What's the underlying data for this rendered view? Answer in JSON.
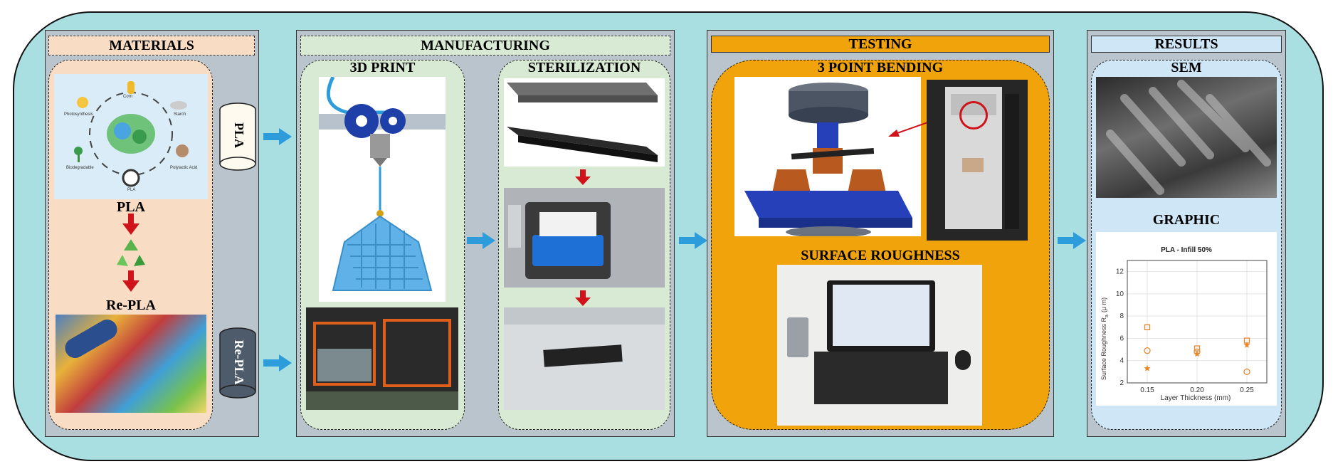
{
  "sections": {
    "materials": "MATERIALS",
    "manufacturing": "MANUFACTURING",
    "testing": "TESTING",
    "results": "RESULTS"
  },
  "materials": {
    "cycle_labels": [
      "Corn",
      "Starch",
      "Polylactic Acid",
      "PLA",
      "Biodegradable",
      "Photosynthesis"
    ],
    "pla_label": "PLA",
    "repla_label": "Re-PLA",
    "spool_pla": "PLA",
    "spool_repla": "Re-PLA"
  },
  "manufacturing": {
    "print_title": "3D PRINT",
    "sterilization_title": "STERILIZATION"
  },
  "testing": {
    "bending_title": "3 POINT BENDING",
    "roughness_title": "SURFACE ROUGHNESS"
  },
  "results": {
    "sem_title": "SEM",
    "graphic_title": "GRAPHIC"
  },
  "colors": {
    "outer_bg": "#a9dfe1",
    "panel_bg": "#b9c4cc",
    "materials_hdr": "#f9dcc4",
    "manufacturing_hdr": "#d8ead4",
    "testing_hdr": "#f0a30a",
    "results_hdr": "#cfe6f7",
    "arrow_blue": "#2d9cdb",
    "arrow_red": "#d0121b"
  },
  "chart_data": {
    "type": "scatter",
    "title": "PLA - Infill 50%",
    "xlabel": "Layer Thickness (mm)",
    "ylabel": "Surface Roughness R",
    "ylabel_sub": "a",
    "ylabel_unit": "(μ m)",
    "x_ticks": [
      "0.15",
      "0.20",
      "0.25"
    ],
    "y_ticks": [
      "2",
      "4",
      "6",
      "8",
      "10",
      "12"
    ],
    "xlim": [
      0.13,
      0.27
    ],
    "ylim": [
      2,
      13
    ],
    "grid": true,
    "series": [
      {
        "marker": "square",
        "x": [
          0.15,
          0.2,
          0.25
        ],
        "values": [
          7.0,
          5.1,
          5.8
        ]
      },
      {
        "marker": "circle",
        "x": [
          0.15,
          0.2,
          0.25
        ],
        "values": [
          4.9,
          4.8,
          3.0
        ]
      },
      {
        "marker": "star",
        "x": [
          0.15,
          0.2,
          0.25
        ],
        "values": [
          3.3,
          4.6,
          5.4
        ]
      }
    ],
    "marker_color": "#e8862a"
  }
}
